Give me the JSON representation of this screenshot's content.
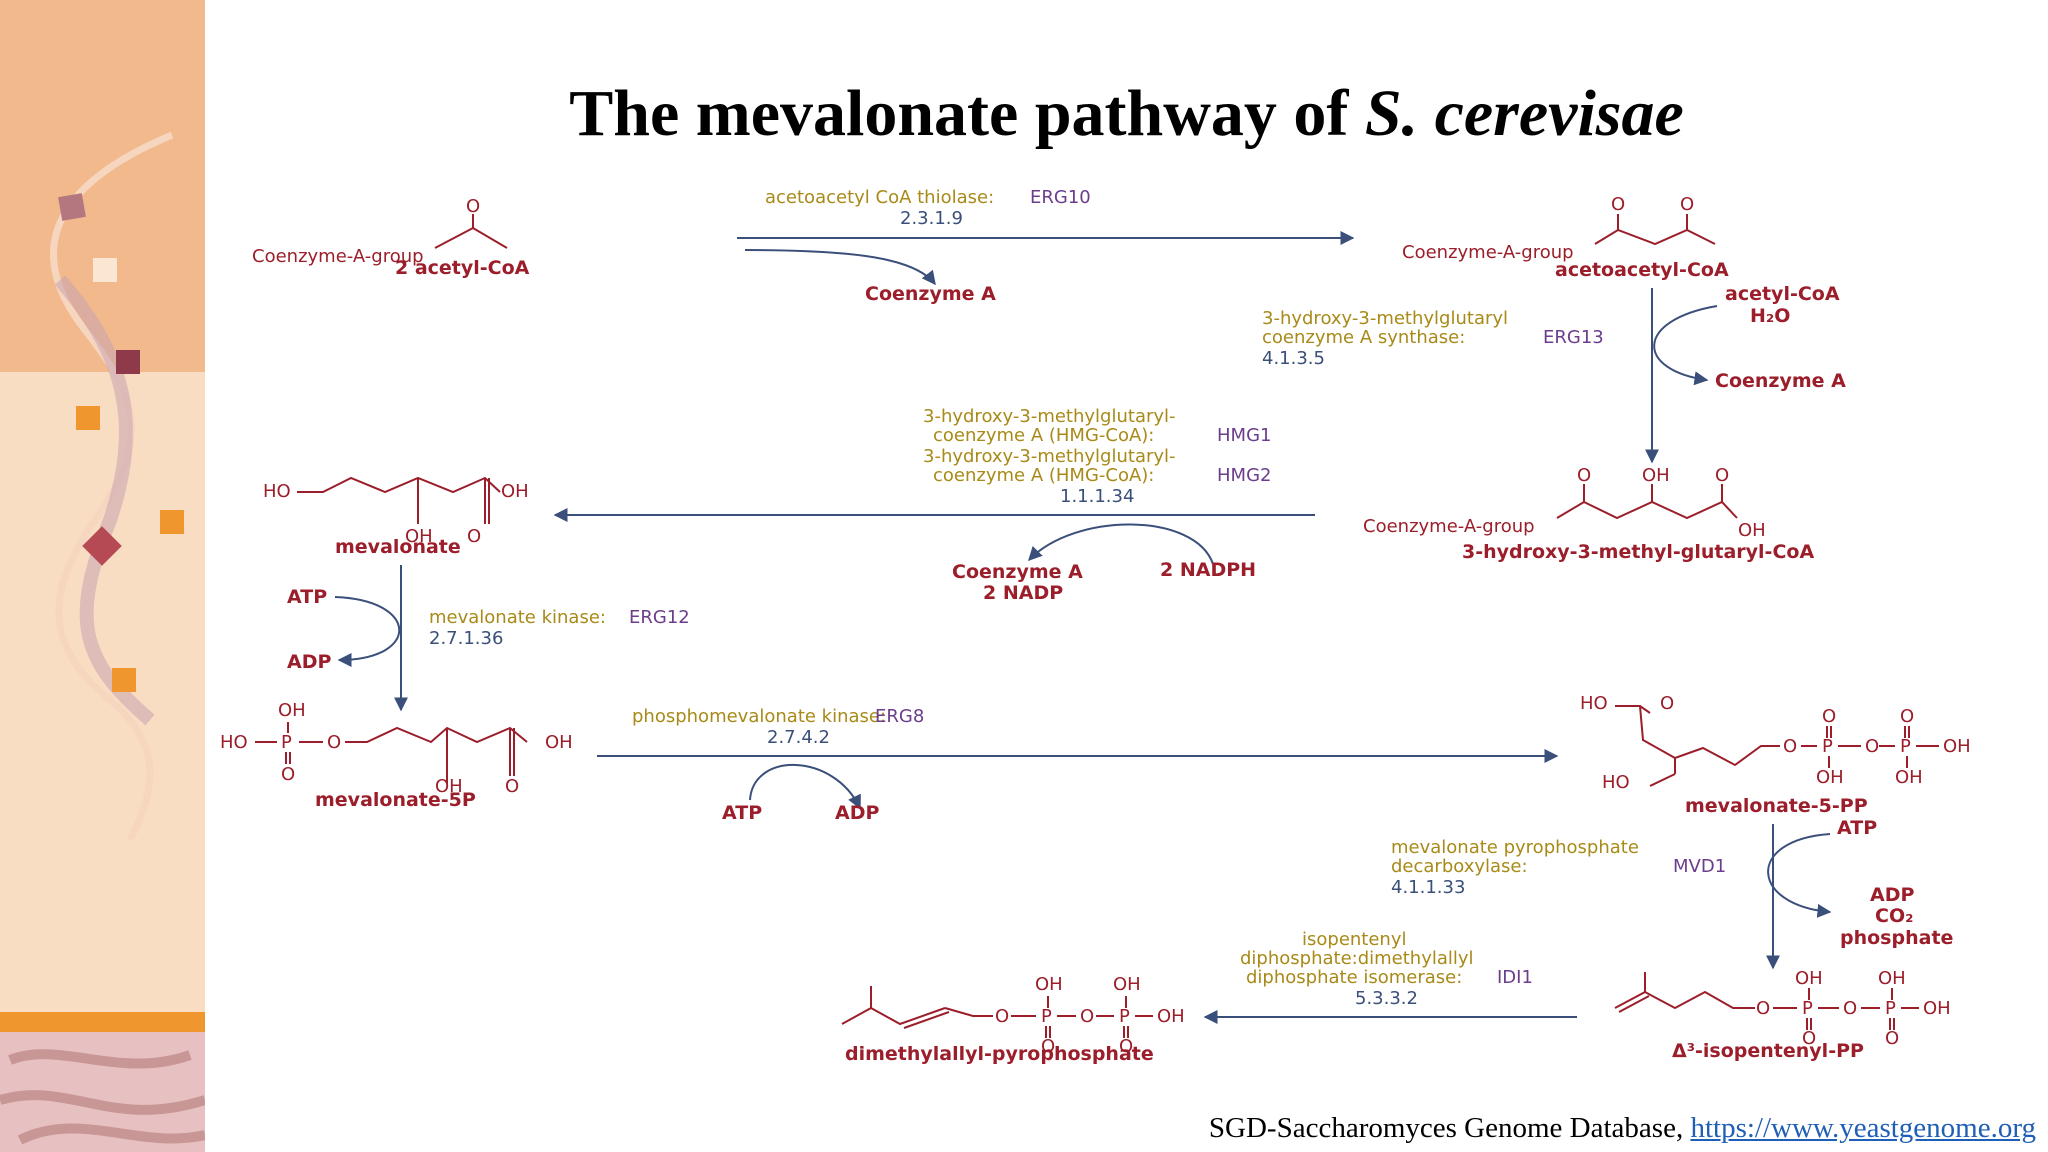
{
  "title": {
    "main": "The mevalonate pathway of ",
    "italic": "S. cerevisae"
  },
  "footer": {
    "source": "SGD-Saccharomyces Genome Database, ",
    "link": "https://www.yeastgenome.org"
  },
  "colors": {
    "compound": "#9b1e2a",
    "enzyme": "#a88a18",
    "gene": "#6b3d8c",
    "ec": "#3a4f7a",
    "sidebar": "#f2b98c"
  },
  "atoms": {
    "O": "O",
    "OH": "OH",
    "HO": "HO",
    "P": "P",
    "coa_group": "Coenzyme-A-group"
  },
  "compounds": {
    "acetyl_coa": "2 acetyl-CoA",
    "acetoacetyl_coa": "acetoacetyl-CoA",
    "hmg_coa": "3-hydroxy-3-methyl-glutaryl-CoA",
    "mevalonate": "mevalonate",
    "mevalonate_5p": "mevalonate-5P",
    "mevalonate_5pp": "mevalonate-5-PP",
    "ipp": "Δ³-isopentenyl-PP",
    "dmapp": "dimethylallyl-pyrophosphate"
  },
  "cofactors": {
    "coenzyme_a": "Coenzyme A",
    "acetyl_coa": "acetyl-CoA",
    "h2o": "H₂O",
    "nadph": "2 NADPH",
    "nadp": "2 NADP",
    "atp": "ATP",
    "adp": "ADP",
    "co2": "CO₂",
    "phosphate": "phosphate"
  },
  "reactions": {
    "erg10": {
      "enzyme": "acetoacetyl CoA thiolase:",
      "gene": "ERG10",
      "ec": "2.3.1.9"
    },
    "erg13": {
      "enzyme_line1": "3-hydroxy-3-methylglutaryl",
      "enzyme_line2": "coenzyme A synthase:",
      "gene": "ERG13",
      "ec": "4.1.3.5"
    },
    "hmg": {
      "enzyme1_line1": "3-hydroxy-3-methylglutaryl-",
      "enzyme1_line2": "coenzyme A (HMG-CoA):",
      "gene1": "HMG1",
      "enzyme2_line1": "3-hydroxy-3-methylglutaryl-",
      "enzyme2_line2": "coenzyme A (HMG-CoA):",
      "gene2": "HMG2",
      "ec": "1.1.1.34"
    },
    "erg12": {
      "enzyme": "mevalonate kinase:",
      "gene": "ERG12",
      "ec": "2.7.1.36"
    },
    "erg8": {
      "enzyme": "phosphomevalonate kinase:",
      "gene": "ERG8",
      "ec": "2.7.4.2"
    },
    "mvd1": {
      "enzyme_line1": "mevalonate pyrophosphate",
      "enzyme_line2": "decarboxylase:",
      "gene": "MVD1",
      "ec": "4.1.1.33"
    },
    "idi1": {
      "enzyme_line1": "isopentenyl",
      "enzyme_line2": "diphosphate:dimethylallyl",
      "enzyme_line3": "diphosphate isomerase:",
      "gene": "IDI1",
      "ec": "5.3.3.2"
    }
  }
}
